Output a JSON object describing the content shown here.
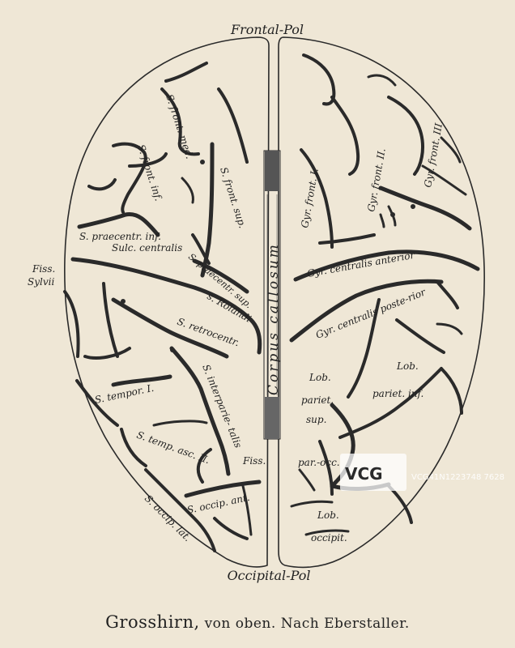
{
  "title_top": "Frontal-Pol",
  "title_bottom": "Occipital-Pol",
  "caption": {
    "main": "Grosshirn,",
    "rest": "von oben.  Nach Eberstaller."
  },
  "labels": {
    "corpus_callosum": "Corpus callosum",
    "s_front_med": "S. front. med.",
    "s_front_inf": "S. front. inf.",
    "s_front_sup": "S. front. sup.",
    "s_praecentr_inf": "S. praecentr. inf.",
    "sulc_centralis": "Sulc. centralis",
    "s_rolandi": "s. Rolandi",
    "s_praecentr_sup": "S. praecentr. sup.",
    "fiss_sylvii_1": "Fiss.",
    "fiss_sylvii_2": "Sylvii",
    "s_retrocentr": "S. retrocentr.",
    "s_interparietalis": "S. interparie- talis",
    "s_tempor_i": "S. tempor. I.",
    "s_temp_asc_ii": "S. temp. asc. II.",
    "fiss": "Fiss.",
    "s_occip_ant": "S. occip. ant.",
    "s_occip_lat": "S. occip. lat.",
    "gyr_front_i": "Gyr. front. I.",
    "gyr_front_ii": "Gyr. front. II.",
    "gyr_front_iii": "Gyr. front. III.",
    "gyr_centralis_anterior": "Gyr. centralis anterior",
    "gyr_centralis_posterior": "Gyr. centralis poste-rior",
    "lob_pariet_sup_1": "Lob.",
    "lob_pariet_sup_2": "pariet.",
    "lob_pariet_sup_3": "sup.",
    "lob_pariet_inf_1": "Lob.",
    "lob_pariet_inf_2": "pariet. inf.",
    "par_occ": "par.-occ.",
    "lob_occipit_1": "Lob.",
    "lob_occipit_2": "occipit."
  },
  "watermark": {
    "logo": "VCG",
    "text": "VCG41N1223748 7628"
  },
  "colors": {
    "paper": "#efe7d6",
    "ink": "#2a2a2a"
  }
}
